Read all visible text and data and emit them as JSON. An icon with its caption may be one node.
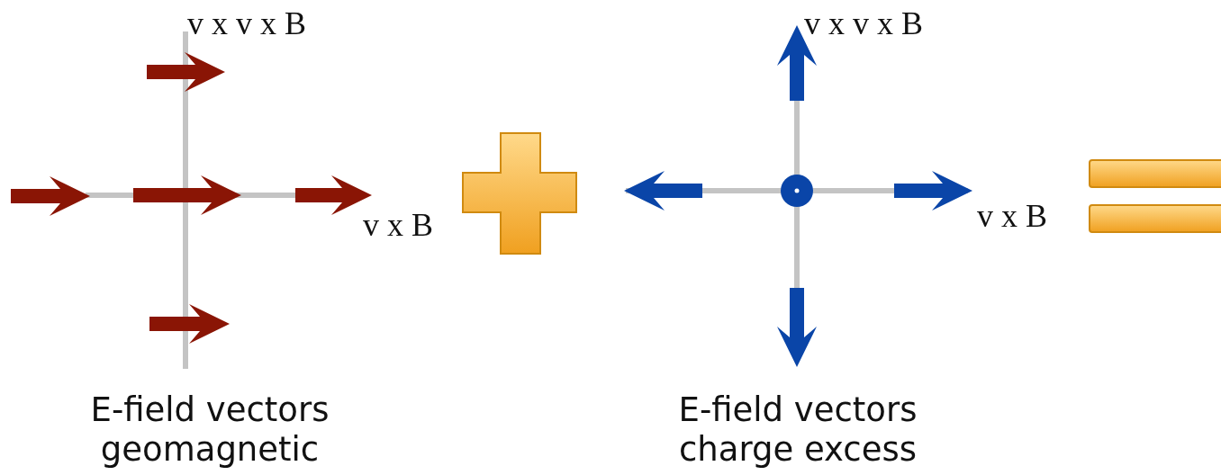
{
  "diagram": {
    "labels": [
      "v x v x B",
      "v x v x B",
      "v x B",
      "v x B",
      "E-field vectors geomagnetic",
      "E-field vectors charge excess"
    ]
  }
}
